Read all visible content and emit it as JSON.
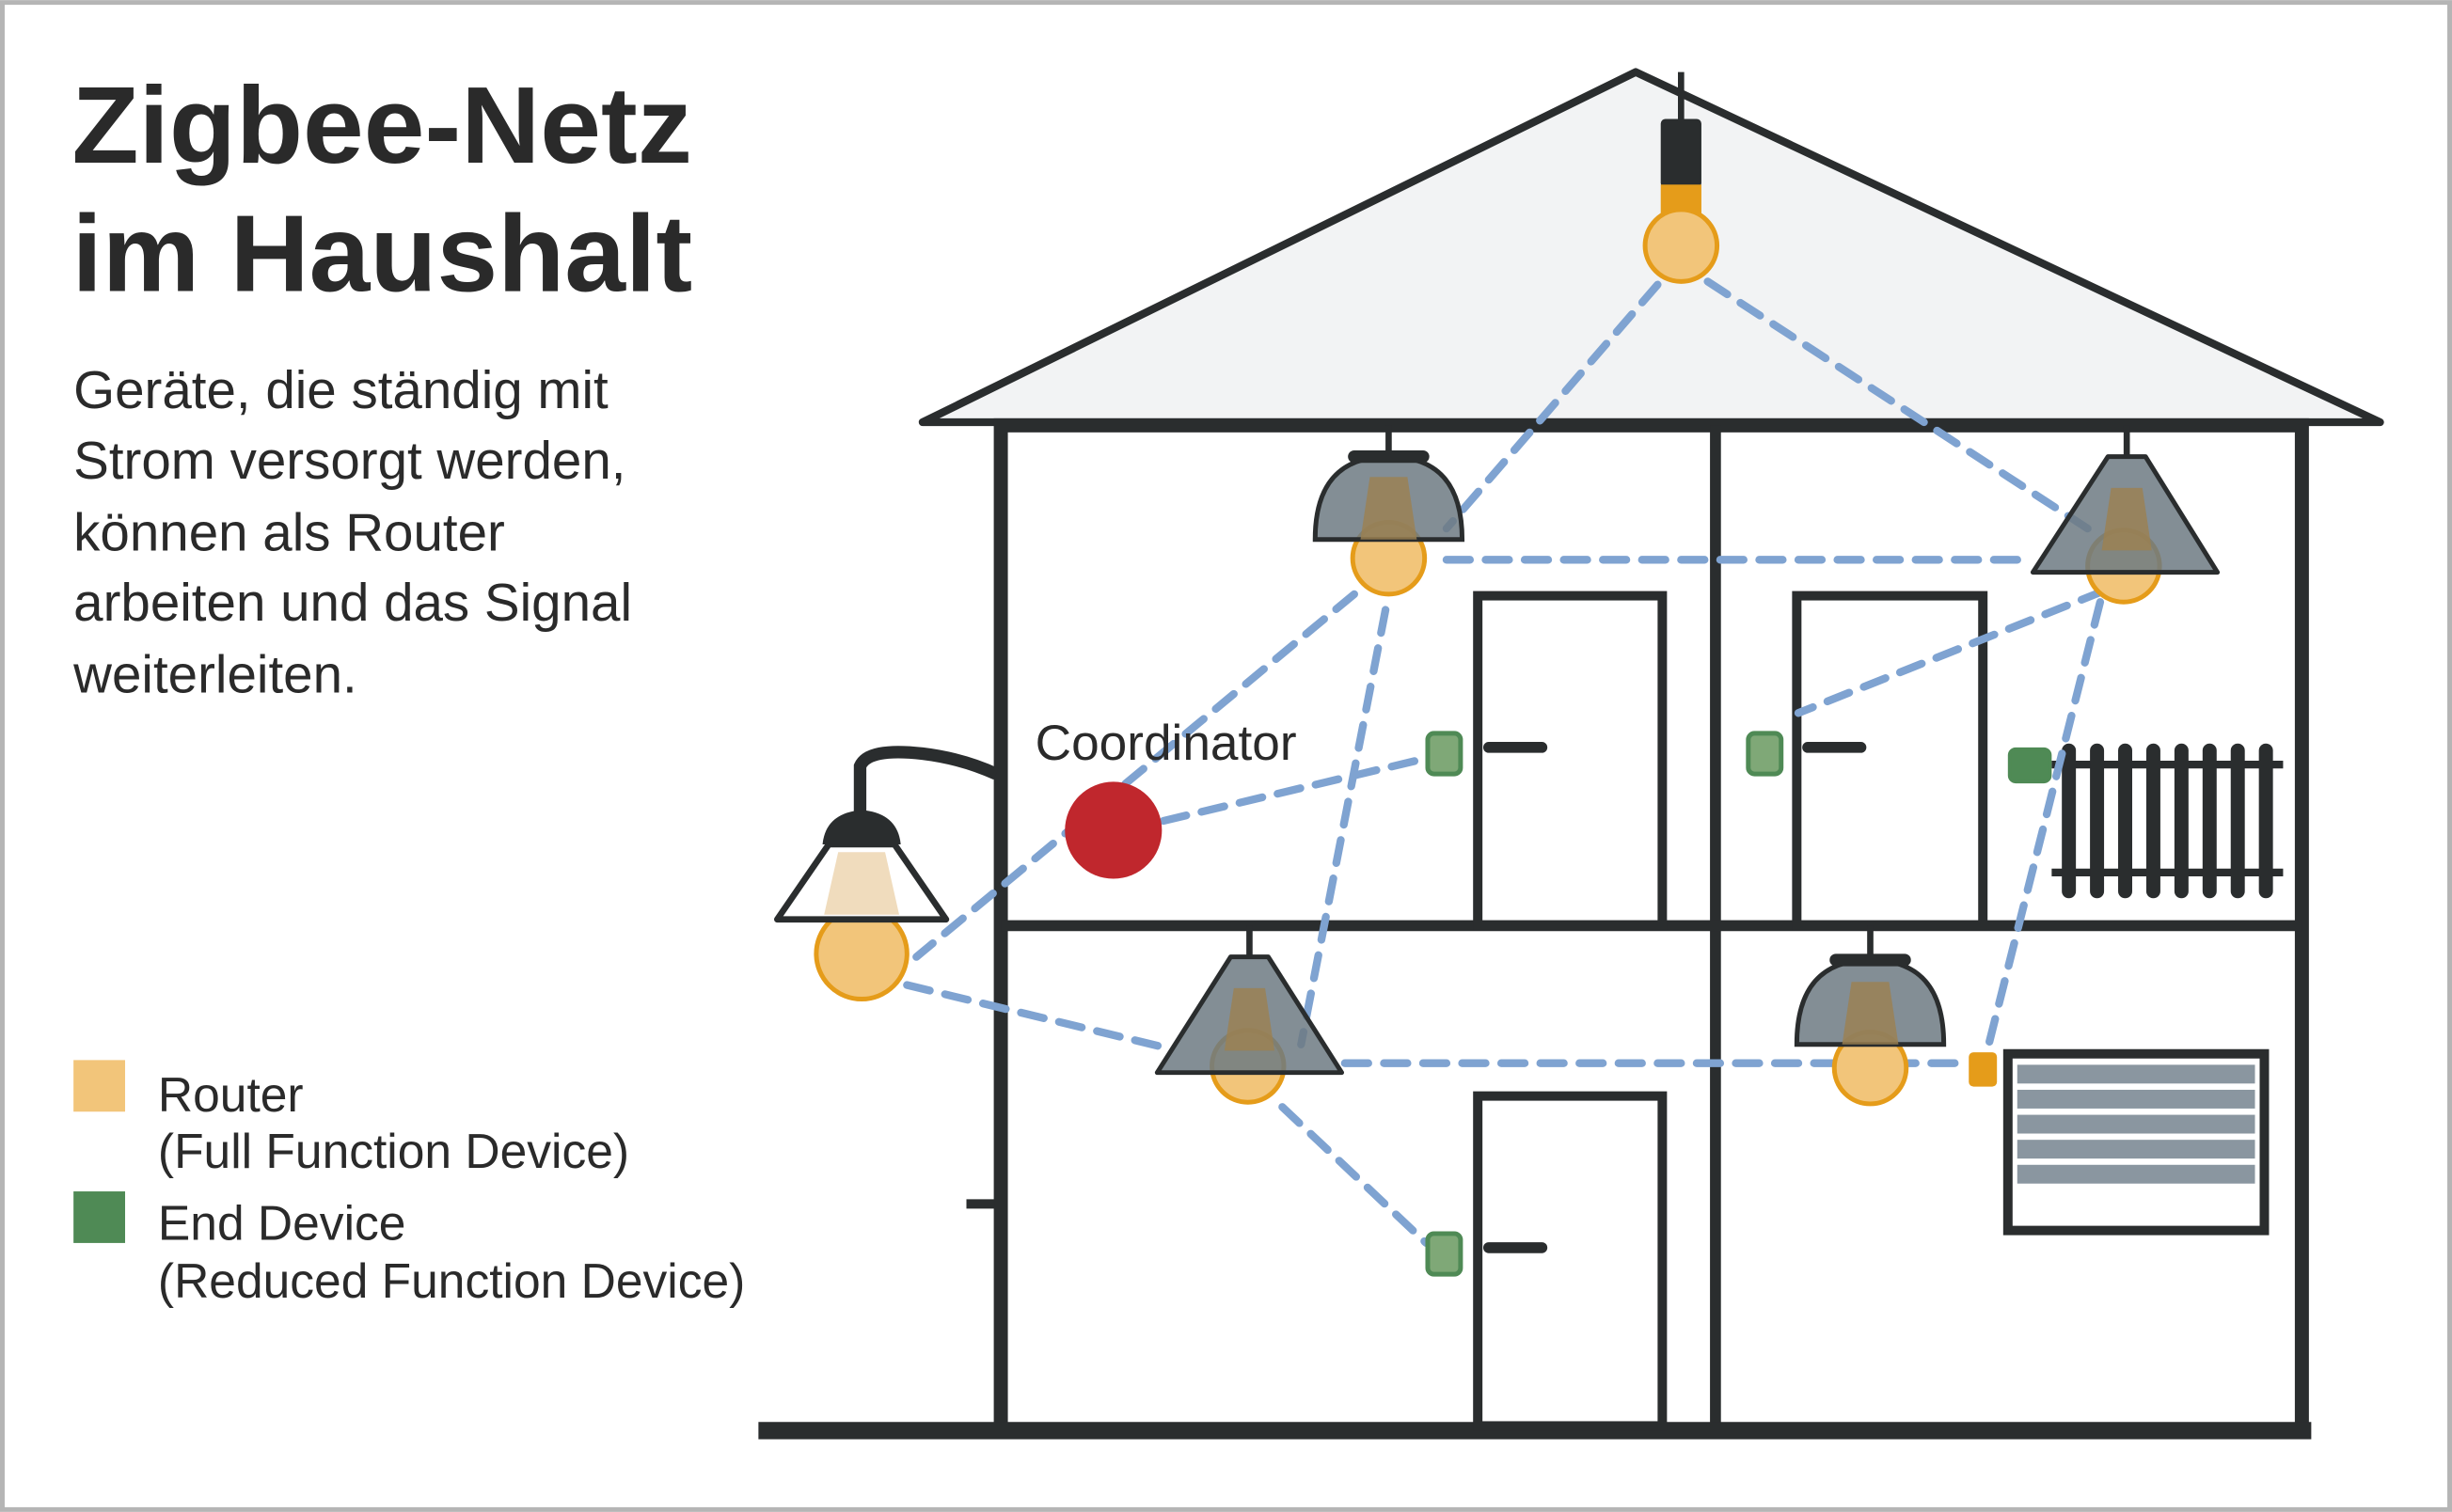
{
  "title": {
    "line1": "Zigbee-Netz",
    "line2": "im Haushalt"
  },
  "description": {
    "lines": [
      "Geräte, die ständig mit",
      "Strom versorgt werden,",
      "können als Router",
      "arbeiten und das Signal",
      "weiterleiten."
    ]
  },
  "diagram": {
    "coordinator_label": "Coordinator"
  },
  "legend": {
    "items": [
      {
        "label": "Router",
        "sublabel": "(Full Function Device)",
        "color": "#f2c57a"
      },
      {
        "label": "End Device",
        "sublabel": "(Reduced Function Device)",
        "color": "#4f8a55"
      }
    ]
  },
  "colors": {
    "coordinator": "#c0272d",
    "router": "#f2c57a",
    "router_outline": "#e59c1a",
    "end_device": "#7fa877",
    "link": "#7fa3d1",
    "wall": "#2a2d2e",
    "house_fill": "#f2f3f4"
  }
}
